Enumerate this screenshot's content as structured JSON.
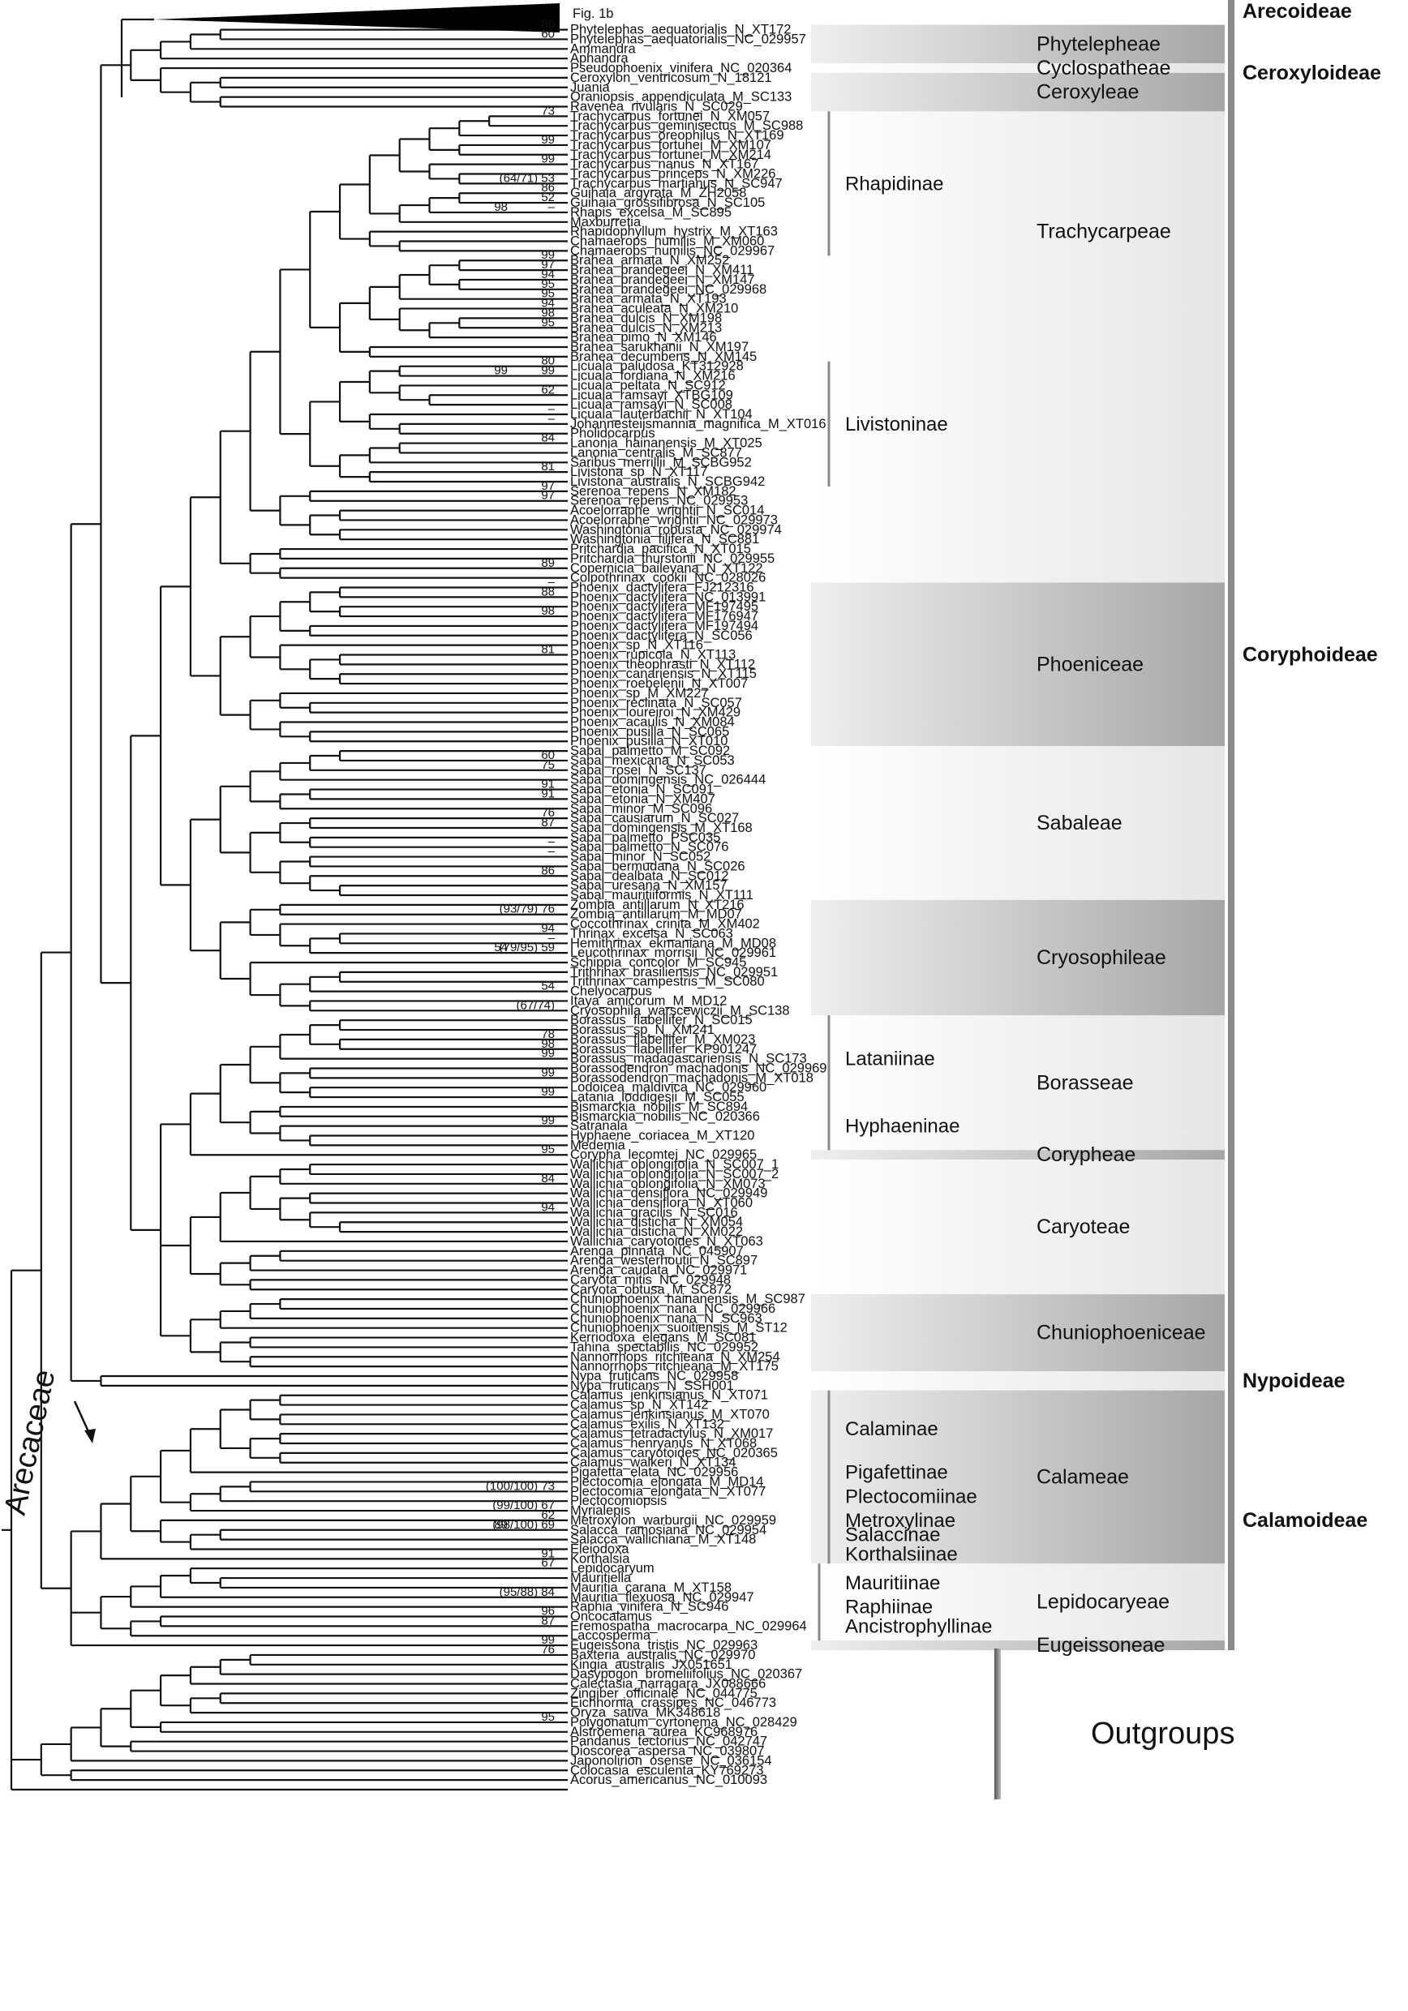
{
  "figure_ref": "Fig. 1b",
  "family_label": "Arecaceae",
  "outgroup_label": "Outgroups",
  "taxa": [
    "Phytelephas_aequatorialis_N_XT172",
    "Phytelephas_aequatorialis_NC_029957",
    "Ammandra",
    "Aphandra",
    "Pseudophoenix_vinifera_NC_020364",
    "Ceroxylon_ventricosum_N_18121",
    "Juania",
    "Oraniopsis_appendiculata_M_SC133",
    "Ravenea_rivularis_N_SC029",
    "Trachycarpus_fortunei_N_XM057",
    "Trachycarpus_geminisectus_M_SC988",
    "Trachycarpus_oreophilus_N_XT169",
    "Trachycarpus_fortunei_M_XM107",
    "Trachycarpus_fortunei_M_XM214",
    "Trachycarpus_nanus_N_XT167",
    "Trachycarpus_princeps_N_XM226",
    "Trachycarpus_martianus_N_SC947",
    "Guihaia_argyrata_M_ZH2058",
    "Guihaia_grossifibrosa_N_SC105",
    "Rhapis_excelsa_M_SC895",
    "Maxburretia",
    "Rhapidophyllum_hystrix_M_XT163",
    "Chamaerops_humilis_M_XM060",
    "Chamaerops_humilis_NC_029967",
    "Brahea_armata_N_XM252",
    "Brahea_brandegeei_N_XM411",
    "Brahea_brandegeei_N_XM147",
    "Brahea_brandegeei_NC_029968",
    "Brahea_armata_N_XT193",
    "Brahea_aculeata_N_XM210",
    "Brahea_dulcis_N_XM198",
    "Brahea_dulcis_N_XM213",
    "Brahea_pimo_N_XM146",
    "Brahea_sarukhanii_N_XM197",
    "Brahea_decumbens_N_XM145",
    "Licuala_paludosa_KT312928",
    "Licuala_fordiana_N_XM216",
    "Licuala_peltata_N_SC912",
    "Licuala_ramsayi_XTBG109",
    "Licuala_ramsayi_N_SC008",
    "Licuala_lauterbachii_N_XT104",
    "Johannesteijsmannia_magnifica_M_XT016",
    "Pholidocarpus",
    "Lanonia_hainanensis_M_XT025",
    "Lanonia_centralis_M_SC877",
    "Saribus_merrillii_M_SCBG952",
    "Livistona_sp_N_XT117",
    "Livistona_australis_N_SCBG942",
    "Serenoa_repens_N_XM182",
    "Serenoa_repens_NC_029953",
    "Acoelorraphe_wrightii_N_SC014",
    "Acoelorraphe_wrightii_NC_029973",
    "Washingtonia_robusta_NC_029974",
    "Washingtonia_filifera_N_SC881",
    "Pritchardia_pacifica_N_XT015",
    "Pritchardia_thurstonii_NC_029955",
    "Copernicia_baileyana_N_XT122",
    "Colpothrinax_cookii_NC_028026",
    "Phoenix_dactylifera_FJ212316",
    "Phoenix_dactylifera_NC_013991",
    "Phoenix_dactylifera_MF197495",
    "Phoenix_dactylifera_MF176947",
    "Phoenix_dactylifera_MF197494",
    "Phoenix_dactylifera_N_SC056",
    "Phoenix_sp_N_XT116",
    "Phoenix_rupicola_N_XT113",
    "Phoenix_theophrasti_N_XT112",
    "Phoenix_canariensis_N_XT115",
    "Phoenix_roebelenii_N_XT007",
    "Phoenix_sp_M_XM227",
    "Phoenix_reclinata_N_SC057",
    "Phoenix_loureiroi_N_XM429",
    "Phoenix_acaulis_N_XM084",
    "Phoenix_pusilla_N_SC065",
    "Phoenix_pusilla_N_XT010",
    "Sabal_palmetto_M_SC092",
    "Sabal_mexicana_N_SC053",
    "Sabal_rosei_N_SC137",
    "Sabal_domingensis_NC_026444",
    "Sabal_etonia_N_SC091",
    "Sabal_etonia_N_XM407",
    "Sabal_minor_M_SC096",
    "Sabal_causiarum_N_SC027",
    "Sabal_domingensis_M_XT168",
    "Sabal_palmetto_PSC035",
    "Sabal_palmetto_N_SC076",
    "Sabal_minor_N_SC052",
    "Sabal_bermudana_N_SC026",
    "Sabal_dealbata_N_SC012",
    "Sabal_uresana_N_XM157",
    "Sabal_mauritiiformis_N_XT111",
    "Zombia_antillarum_N_XT216",
    "Zombia_antillarum_M_MD07",
    "Coccothrinax_crinita_M_XM402",
    "Thrinax_excelsa_N_SC063",
    "Hemithrinax_ekmaniana_M_MD08",
    "Leucothrinax_morrisii_NC_029961",
    "Schippia_concolor_M_SC945",
    "Trithrinax_brasiliensis_NC_029951",
    "Trithrinax_campestris_M_SC080",
    "Chelyocarpus",
    "Itaya_amicorum_M_MD12",
    "Cryosophila_warscewiczii_M_SC138",
    "Borassus_flabellifer_N_SC015",
    "Borassus_sp_N_XM241",
    "Borassus_flabellifer_M_XM023",
    "Borassus_flabellifer_KP901247",
    "Borassus_madagascariensis_N_SC173",
    "Borassodendron_machadonis_NC_029969",
    "Borassodendron_machadonis_M_XT018",
    "Lodoicea_maldivica_NC_029960",
    "Latania_loddigesii_M_SC055",
    "Bismarckia_nobilis_M_SC894",
    "Bismarckia_nobilis_NC_020366",
    "Satranala",
    "Hyphaene_coriacea_M_XT120",
    "Medemia",
    "Corypha_lecomtei_NC_029965",
    "Wallichia_oblongifolia_N_SC007_1",
    "Wallichia_oblongifolia_N_SC007_2",
    "Wallichia_oblongifolia_N_XM073",
    "Wallichia_densiflora_NC_029949",
    "Wallichia_densiflora_N_XT060",
    "Wallichia_gracilis_N_SC016",
    "Wallichia_disticha_N_XM054",
    "Wallichia_disticha_N_XM022",
    "Wallichia_caryotoides_N_XT063",
    "Arenga_pinnata_NC_045907",
    "Arenga_westerhoutii_N_SC897",
    "Arenga_caudata_NC_029971",
    "Caryota_mitis_NC_029948",
    "Caryota_obtusa_M_SC872",
    "Chuniophoenix_hainanensis_M_SC987",
    "Chuniophoenix_nana_NC_029966",
    "Chuniophoenix_nana_N_SC963",
    "Chuniophoenix_suoitiensis_M_ST12",
    "Kerriodoxa_elegans_M_SC081",
    "Tahina_spectabilis_NC_029952",
    "Nannorrhops_ritchieana_N_XM254",
    "Nannorrhops_ritchieana_M_XT175",
    "Nypa_fruticans_NC_029958",
    "Nypa_fruticans_N_SSH001",
    "Calamus_jenkinsianus_N_XT071",
    "Calamus_sp_N_XT142",
    "Calamus_jenkinsianus_M_XT070",
    "Calamus_exilis_N_XT132",
    "Calamus_tetradactylus_N_XM017",
    "Calamus_henryanus_N_XT068",
    "Calamus_caryotoides_NC_020365",
    "Calamus_walkeri_N_XT134",
    "Pigafetta_elata_NC_029956",
    "Plectocomia_elongata_M_MD14",
    "Plectocomia_elongata_N_XT077",
    "Plectocomiopsis",
    "Myrialepis",
    "Metroxylon_warburgii_NC_029959",
    "Salacca_ramosiana_NC_029954",
    "Salacca_wallichiana_M_XT148",
    "Eleiodoxa",
    "Korthalsia",
    "Lepidocaryum",
    "Mauritiella",
    "Mauritia_carana_M_XT158",
    "Mauritia_flexuosa_NC_029947",
    "Raphia_vinifera_N_SC946",
    "Oncocalamus",
    "Eremospatha_macrocarpa_NC_029964",
    "Laccosperma",
    "Eugeissona_tristis_NC_029963",
    "Baxteria_australis_NC_029970",
    "Kingia_australis_JX051651",
    "Dasypogon_bromeliifolius_NC_020367",
    "Calectasia_narragara_JX088666",
    "Zingiber_officinale_NC_044775",
    "Eichhornia_crassipes_NC_046773",
    "Oryza_sativa_MK348618",
    "Polygonatum_cyrtonema_NC_028429",
    "Alstroemeria_aurea_KC968976",
    "Pandanus_tectorius_NC_042747",
    "Dioscorea_aspersa_NC_039807",
    "Japonolirion_osense_NC_036154",
    "Colocasia_esculenta_KY769273",
    "Acorus_americanus_NC_010093"
  ],
  "support_values": [
    {
      "text": "86",
      "near_taxon": 0
    },
    {
      "text": "60",
      "near_taxon": 1
    },
    {
      "text": "73",
      "near_taxon": 9
    },
    {
      "text": "99",
      "near_taxon": 12
    },
    {
      "text": "99",
      "near_taxon": 14
    },
    {
      "text": "(64/71) 53",
      "near_taxon": 16
    },
    {
      "text": "86",
      "near_taxon": 17
    },
    {
      "text": "52",
      "near_taxon": 18
    },
    {
      "text": "–",
      "near_taxon": 19
    },
    {
      "text": "98",
      "near_taxon": 19
    },
    {
      "text": "99",
      "near_taxon": 24
    },
    {
      "text": "97",
      "near_taxon": 25
    },
    {
      "text": "94",
      "near_taxon": 26
    },
    {
      "text": "95",
      "near_taxon": 27
    },
    {
      "text": "99",
      "near_taxon": 36
    },
    {
      "text": "95",
      "near_taxon": 28
    },
    {
      "text": "94",
      "near_taxon": 29
    },
    {
      "text": "98",
      "near_taxon": 30
    },
    {
      "text": "95",
      "near_taxon": 31
    },
    {
      "text": "80",
      "near_taxon": 35
    },
    {
      "text": "99",
      "near_taxon": 36
    },
    {
      "text": "62",
      "near_taxon": 38
    },
    {
      "text": "–",
      "near_taxon": 40
    },
    {
      "text": "–",
      "near_taxon": 41
    },
    {
      "text": "84",
      "near_taxon": 43
    },
    {
      "text": "81",
      "near_taxon": 46
    },
    {
      "text": "97",
      "near_taxon": 48
    },
    {
      "text": "97",
      "near_taxon": 49
    },
    {
      "text": "89",
      "near_taxon": 56
    },
    {
      "text": "88",
      "near_taxon": 59
    },
    {
      "text": "–",
      "near_taxon": 58
    },
    {
      "text": "98",
      "near_taxon": 61
    },
    {
      "text": "81",
      "near_taxon": 65
    },
    {
      "text": "60",
      "near_taxon": 76
    },
    {
      "text": "75",
      "near_taxon": 77
    },
    {
      "text": "91",
      "near_taxon": 79
    },
    {
      "text": "91",
      "near_taxon": 80
    },
    {
      "text": "76",
      "near_taxon": 82
    },
    {
      "text": "87",
      "near_taxon": 83
    },
    {
      "text": "–",
      "near_taxon": 85
    },
    {
      "text": "–",
      "near_taxon": 86
    },
    {
      "text": "86",
      "near_taxon": 88
    },
    {
      "text": "(93/79) 76",
      "near_taxon": 92
    },
    {
      "text": "94",
      "near_taxon": 94
    },
    {
      "text": "(79/95) 59",
      "near_taxon": 96
    },
    {
      "text": "54",
      "near_taxon": 96
    },
    {
      "text": "–",
      "near_taxon": 95
    },
    {
      "text": "54",
      "near_taxon": 100
    },
    {
      "text": "(67/74)",
      "near_taxon": 102
    },
    {
      "text": "78",
      "near_taxon": 105
    },
    {
      "text": "98",
      "near_taxon": 106
    },
    {
      "text": "99",
      "near_taxon": 107
    },
    {
      "text": "99",
      "near_taxon": 109
    },
    {
      "text": "99",
      "near_taxon": 111
    },
    {
      "text": "99",
      "near_taxon": 114
    },
    {
      "text": "95",
      "near_taxon": 117
    },
    {
      "text": "84",
      "near_taxon": 120
    },
    {
      "text": "94",
      "near_taxon": 123
    },
    {
      "text": "(100/100) 73",
      "near_taxon": 152
    },
    {
      "text": "(99/100) 67",
      "near_taxon": 154
    },
    {
      "text": "62",
      "near_taxon": 155
    },
    {
      "text": "(98/100) 69",
      "near_taxon": 156
    },
    {
      "text": "89",
      "near_taxon": 156
    },
    {
      "text": "91",
      "near_taxon": 159
    },
    {
      "text": "67",
      "near_taxon": 160
    },
    {
      "text": "(95/88) 84",
      "near_taxon": 163
    },
    {
      "text": "96",
      "near_taxon": 165
    },
    {
      "text": "87",
      "near_taxon": 166
    },
    {
      "text": "99",
      "near_taxon": 168
    },
    {
      "text": "76",
      "near_taxon": 169
    },
    {
      "text": "95",
      "near_taxon": 176
    }
  ],
  "subfamilies": [
    {
      "name": "Arecoideae"
    },
    {
      "name": "Ceroxyloideae"
    },
    {
      "name": "Coryphoideae"
    },
    {
      "name": "Nypoideae"
    },
    {
      "name": "Calamoideae"
    }
  ],
  "tribes": [
    {
      "name": "Phytelepheae"
    },
    {
      "name": "Cyclospatheae"
    },
    {
      "name": "Ceroxyleae"
    },
    {
      "name": "Trachycarpeae"
    },
    {
      "name": "Phoeniceae"
    },
    {
      "name": "Sabaleae"
    },
    {
      "name": "Cryosophileae"
    },
    {
      "name": "Borasseae"
    },
    {
      "name": "Corypheae"
    },
    {
      "name": "Caryoteae"
    },
    {
      "name": "Chuniophoeniceae"
    },
    {
      "name": "Calameae"
    },
    {
      "name": "Lepidocaryeae"
    },
    {
      "name": "Eugeissoneae"
    }
  ],
  "subtribes": [
    {
      "name": "Rhapidinae"
    },
    {
      "name": "Livistoninae"
    },
    {
      "name": "Lataniinae"
    },
    {
      "name": "Hyphaeninae"
    },
    {
      "name": "Calaminae"
    },
    {
      "name": "Pigafettinae"
    },
    {
      "name": "Plectocomiinae"
    },
    {
      "name": "Metroxylinae"
    },
    {
      "name": "Salaccinae"
    },
    {
      "name": "Korthalsiinae"
    },
    {
      "name": "Mauritiinae"
    },
    {
      "name": "Raphiinae"
    },
    {
      "name": "Ancistrophyllinae"
    }
  ]
}
